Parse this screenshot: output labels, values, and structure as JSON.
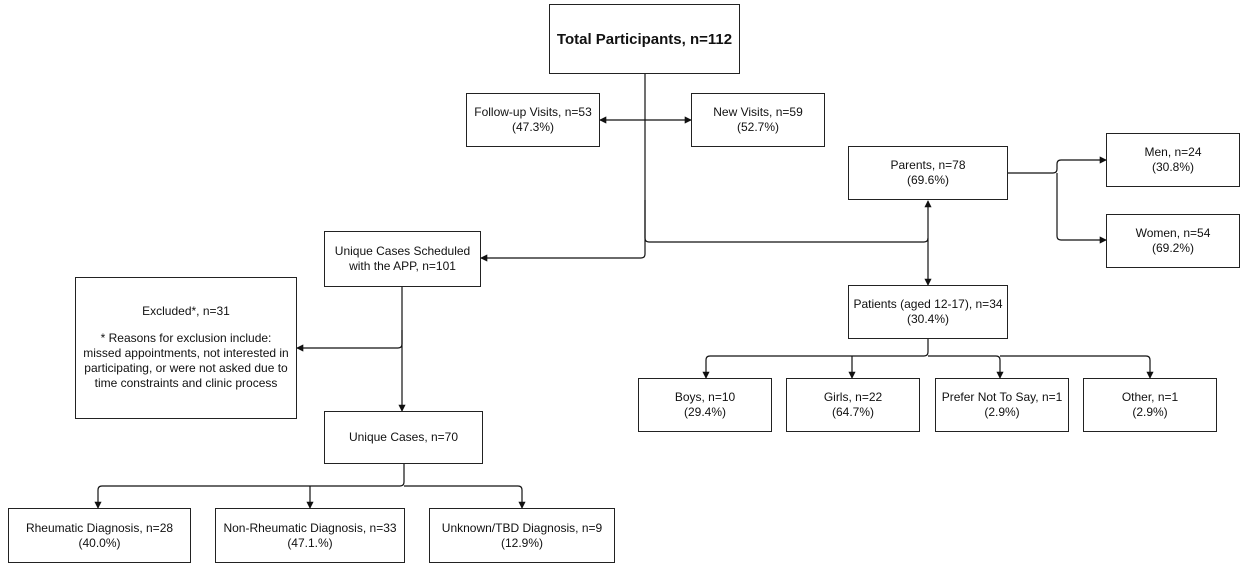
{
  "total": {
    "line1": "Total Participants, n=112"
  },
  "follow_up": {
    "line1": "Follow-up Visits, n=53",
    "line2": "(47.3%)"
  },
  "new_visits": {
    "line1": "New Visits, n=59",
    "line2": "(52.7%)"
  },
  "parents": {
    "line1": "Parents, n=78",
    "line2": "(69.6%)"
  },
  "men": {
    "line1": "Men, n=24",
    "line2": "(30.8%)"
  },
  "women": {
    "line1": "Women, n=54",
    "line2": "(69.2%)"
  },
  "scheduled": {
    "line1": "Unique Cases Scheduled",
    "line2": "with the APP, n=101"
  },
  "excluded": {
    "line1": "Excluded*, n=31",
    "note": "* Reasons for exclusion include: missed appointments, not interested in participating, or were not asked due to time constraints and clinic process"
  },
  "patients": {
    "line1": "Patients (aged 12-17), n=34",
    "line2": "(30.4%)"
  },
  "unique_cases": {
    "line1": "Unique Cases, n=70"
  },
  "boys": {
    "line1": "Boys, n=10",
    "line2": "(29.4%)"
  },
  "girls": {
    "line1": "Girls, n=22",
    "line2": "(64.7%)"
  },
  "prefer_not": {
    "line1": "Prefer Not To Say, n=1",
    "line2": "(2.9%)"
  },
  "other": {
    "line1": "Other, n=1",
    "line2": "(2.9%)"
  },
  "rheumatic": {
    "line1": "Rheumatic Diagnosis, n=28",
    "line2": "(40.0%)"
  },
  "non_rheumatic": {
    "line1": "Non-Rheumatic Diagnosis, n=33",
    "line2": "(47.1.%)"
  },
  "unknown": {
    "line1": "Unknown/TBD Diagnosis, n=9",
    "line2": "(12.9%)"
  }
}
